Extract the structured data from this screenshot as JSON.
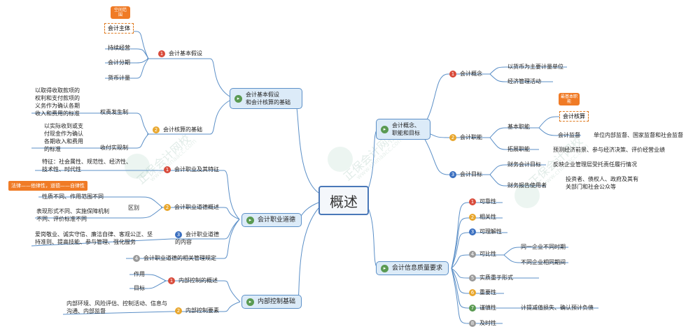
{
  "center": "概述",
  "left": {
    "b1": {
      "label": "会计基本假设\n和会计核算的基础",
      "assumptions": {
        "label": "会计基本假设",
        "items": [
          "会计主体",
          "持续经营",
          "会计分期",
          "货币计量"
        ],
        "tag": "空间范围"
      },
      "basis": {
        "label": "会计核算的基础",
        "accrual": "权责发生制",
        "accrual_desc": "以取得收取款项的权利和支付款项的义务作为确认各期收入和费用的标准",
        "cash": "收付实现制",
        "cash_desc": "以实际收到或支付现金作为确认各期收入和费用的标准"
      }
    },
    "b2": {
      "label": "会计职业道德",
      "features": {
        "label": "会计职业及其特征",
        "desc": "特征：社会属性、规范性、经济性、技术性、时代性"
      },
      "ethics": {
        "label": "会计职业道德概述",
        "highlight": "法律——他律性，道德——自律性",
        "diff_label": "区别",
        "diff1": "性质不同、作用范围不同",
        "diff2": "表现形式不同、实施保障机制不同、评价标准不同"
      },
      "content": {
        "label": "会计职业道德的内容",
        "desc": "爱岗敬业、诚实守信、廉洁自律、客观公正、坚持准则、提高技能、参与管理、强化服务"
      },
      "rules": {
        "label": "会计职业道德的相关管理规定"
      }
    },
    "b3": {
      "label": "内部控制基础",
      "overview": {
        "label": "内部控制的概述",
        "items": [
          "作用",
          "目标"
        ]
      },
      "elements": {
        "label": "内部控制要素",
        "desc": "内部环境、风险评估、控制活动、信息与沟通、内部监督"
      }
    }
  },
  "right": {
    "b1": {
      "label": "会计概念、\n职能和目标",
      "concept": {
        "label": "会计概念",
        "items": [
          "以货币为主要计量单位",
          "经济管理活动"
        ]
      },
      "function": {
        "label": "会计职能",
        "basic": "基本职能",
        "tag": "最基本职能",
        "accounting": "会计核算",
        "supervision": "会计监督",
        "supervision_desc": "单位内部监督、国家监督和社会监督",
        "extended": "拓展职能",
        "extended_desc": "预测经济前景、参与经济决策、评价经营业绩"
      },
      "goal": {
        "label": "会计目标",
        "item1": "财务会计目标",
        "item1_desc": "反映企业管理层受托责任履行情况",
        "item2": "财务报告使用者",
        "item2_desc": "投资者、债权人、政府及其有关部门和社会公众等"
      }
    },
    "b2": {
      "label": "会计信息质量要求",
      "items": [
        {
          "label": "可靠性"
        },
        {
          "label": "相关性"
        },
        {
          "label": "可理解性"
        },
        {
          "label": "可比性",
          "sub": [
            "同一企业不同时期",
            "不同企业相同期间"
          ]
        },
        {
          "label": "实质重于形式"
        },
        {
          "label": "重要性"
        },
        {
          "label": "谨慎性",
          "sub": [
            "计提减值损失、确认预计负债"
          ]
        },
        {
          "label": "及时性"
        }
      ]
    }
  },
  "watermark": {
    "brand": "正保会计网校",
    "url": "www.chinaacc.com"
  },
  "colors": {
    "line": "#5b8fc7",
    "branch_bg": "#dcebf8",
    "accent": "#f07b26"
  }
}
